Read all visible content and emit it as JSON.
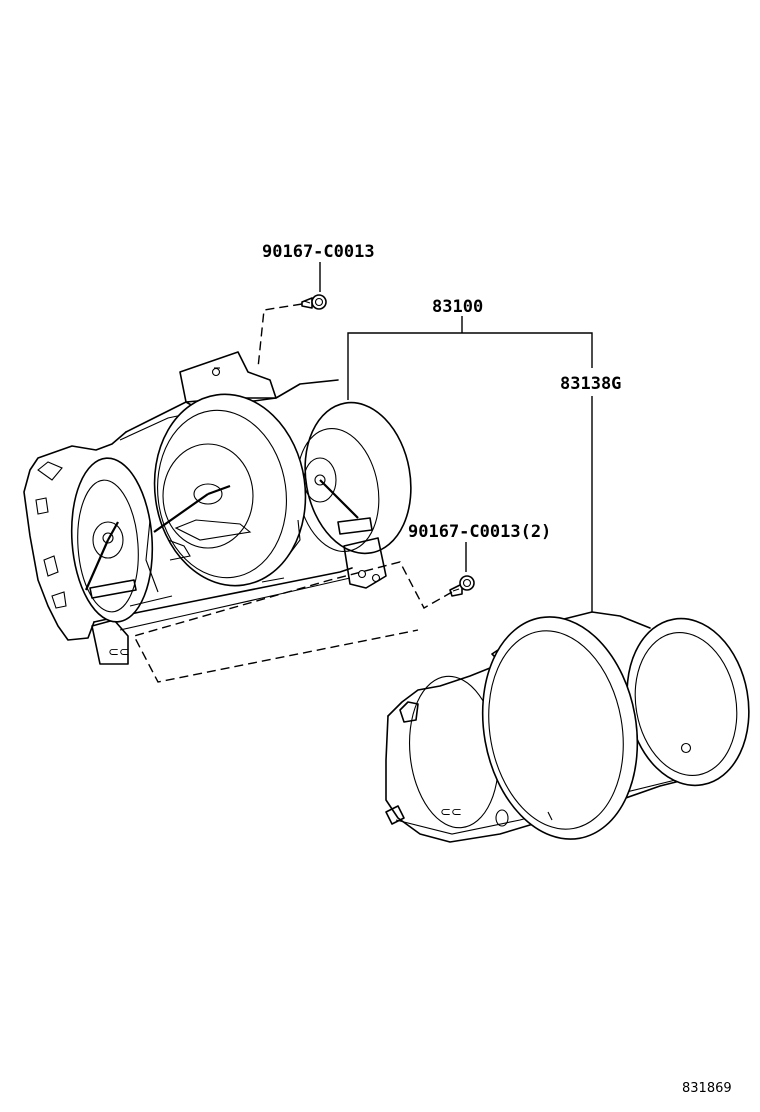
{
  "parts": [
    {
      "part_number": "90167-C0013"
    },
    {
      "part_number": "83100"
    },
    {
      "part_number": "83138G"
    },
    {
      "part_number": "90167-C0013(2)"
    }
  ],
  "illustration_ref": "831869",
  "colors": {
    "ink": "#000000",
    "paper": "#ffffff"
  }
}
